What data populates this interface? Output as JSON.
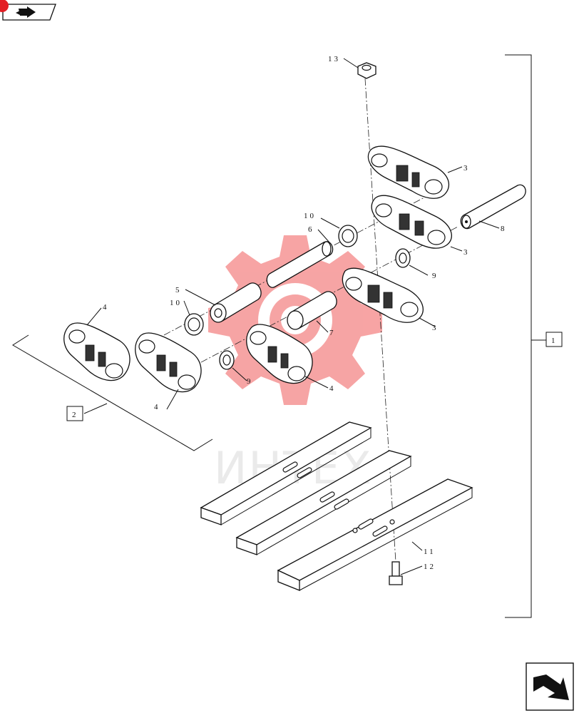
{
  "watermark": {
    "text": "ИНТЕХ",
    "color": "#f05a5a"
  },
  "nav": {
    "back_icon": "arrow-left-icon",
    "next_icon": "arrow-right-icon",
    "badge_color": "#e31e24"
  },
  "callouts": {
    "c1": "1",
    "c2": "2",
    "c3a": "3",
    "c3b": "3",
    "c3c": "3",
    "c4a": "4",
    "c4b": "4",
    "c4c": "4",
    "c5": "5",
    "c6": "6",
    "c7": "7",
    "c8": "8",
    "c9a": "9",
    "c9b": "9",
    "c10a": "10",
    "c10b": "10",
    "c11": "11",
    "c12": "12",
    "c13": "13"
  }
}
